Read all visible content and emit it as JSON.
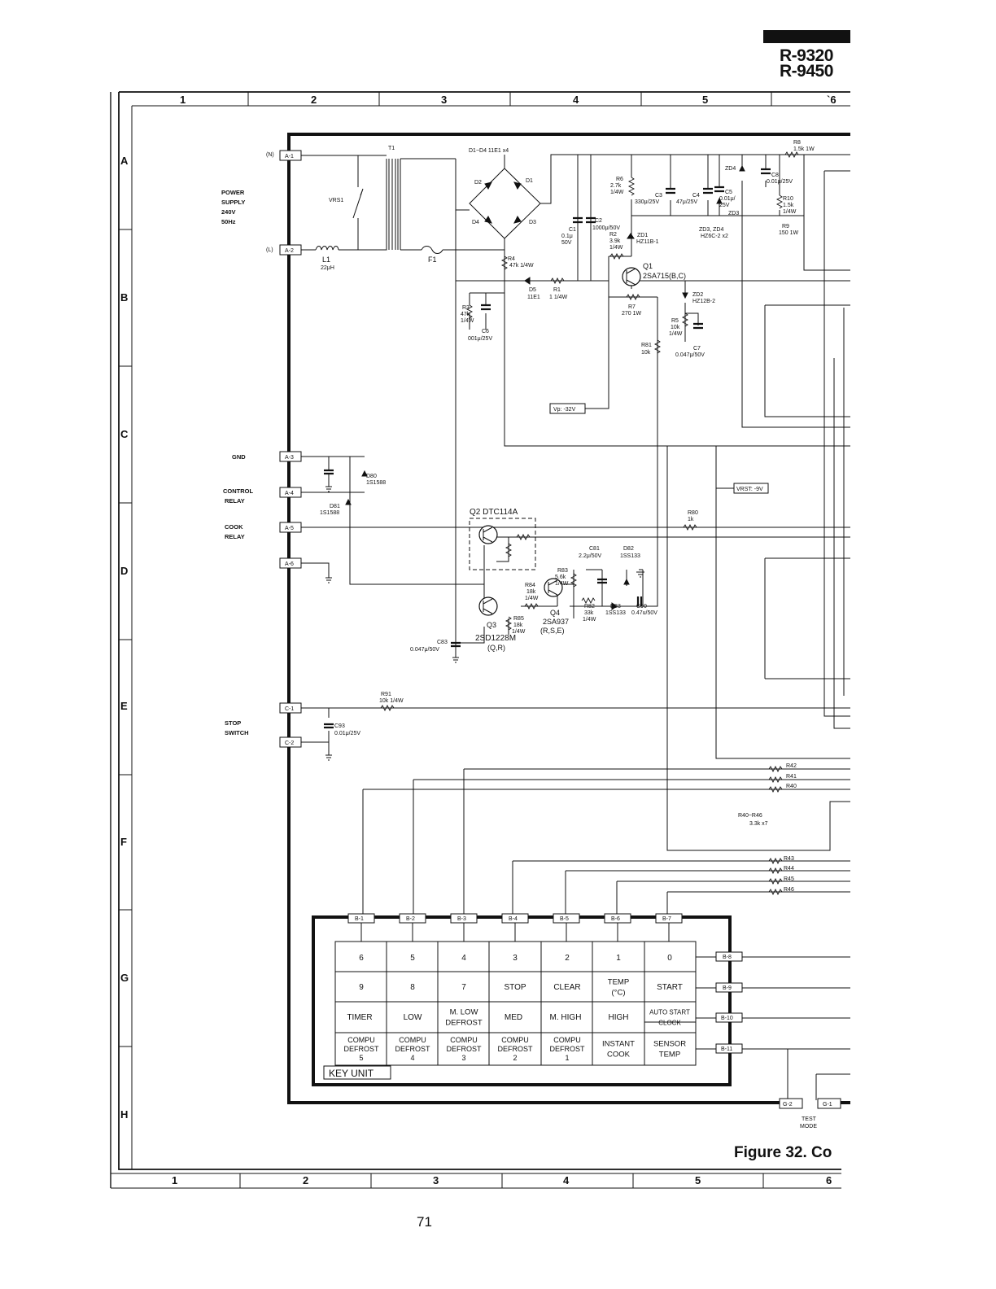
{
  "header": {
    "model_1": "R-9320",
    "model_2": "R-9450"
  },
  "grid": {
    "columns": [
      "1",
      "2",
      "3",
      "4",
      "5",
      "6"
    ],
    "top_last_column": "`6",
    "rows": [
      "A",
      "B",
      "C",
      "D",
      "E",
      "F",
      "G",
      "H"
    ]
  },
  "connectors": {
    "a1": "A-1",
    "a2": "A-2",
    "a3": "A-3",
    "a4": "A-4",
    "a5": "A-5",
    "a6": "A-6",
    "c1": "C-1",
    "c2": "C-2",
    "b1": "B-1",
    "b2": "B-2",
    "b3": "B-3",
    "b4": "B-4",
    "b5": "B-5",
    "b6": "B-6",
    "b7": "B-7",
    "b8": "B-8",
    "b9": "B-9",
    "b10": "B-10",
    "b11": "B-11",
    "g1": "G-1",
    "g2": "G-2"
  },
  "labels": {
    "n": "(N)",
    "l": "(L)",
    "power_supply": [
      "POWER",
      "SUPPLY",
      "240V",
      "50Hz"
    ],
    "gnd": "GND",
    "control_relay": [
      "CONTROL",
      "RELAY"
    ],
    "cook_relay": [
      "COOK",
      "RELAY"
    ],
    "stop_switch": [
      "STOP",
      "SWITCH"
    ],
    "test_mode": [
      "TEST",
      "MODE"
    ]
  },
  "components": {
    "t1": "T1",
    "vrs1": "VRS1",
    "l1": [
      "L1",
      "22μH"
    ],
    "f1": "F1",
    "d1_d4": "D1~D4  11E1 x4",
    "d1": "D1",
    "d2": "D2",
    "d3": "D3",
    "d4": "D4",
    "c1": [
      "C1",
      "0.1μ",
      "50V"
    ],
    "c2": [
      "C2",
      "1000μ/50V"
    ],
    "r6": [
      "R6",
      "2.7k",
      "1/4W"
    ],
    "c3": [
      "C3",
      "330μ/25V"
    ],
    "c4": [
      "C4",
      "47μ/25V"
    ],
    "c5": [
      "C5",
      "0.01μ/",
      "25V"
    ],
    "zd4": "ZD4",
    "zd3": "ZD3",
    "c8": [
      "C8",
      "0.01μ/25V"
    ],
    "r8": [
      "R8",
      "1.5k 1W"
    ],
    "r10": [
      "R10",
      "1.5k",
      "1/4W"
    ],
    "r9": [
      "R9",
      "150 1W"
    ],
    "zd3_zd4": [
      "ZD3, ZD4",
      "HZ6C-2 x2"
    ],
    "r2": [
      "R2",
      "3.9k",
      "1/4W"
    ],
    "zd1": [
      "ZD1",
      "HZ11B-1"
    ],
    "r4": [
      "R4",
      "47k 1/4W"
    ],
    "q1": [
      "Q1",
      "2SA715(B,C)"
    ],
    "d5": [
      "D5",
      "11E1"
    ],
    "r1": [
      "R1",
      "1 1/4W"
    ],
    "r3": [
      "R3",
      "47k",
      "1/4W"
    ],
    "c6": [
      "C6",
      "001μ/25V"
    ],
    "r7": [
      "R7",
      "270 1W"
    ],
    "zd2": [
      "ZD2",
      "HZ12B-2"
    ],
    "r5": [
      "R5",
      "10k",
      "1/4W"
    ],
    "c7": [
      "C7",
      "0.047μ/50V"
    ],
    "r81": [
      "R81",
      "10k"
    ],
    "vp": "Vp: -32V",
    "vrst": "VRST: -9V",
    "d80": [
      "D80",
      "1S1588"
    ],
    "d81": [
      "D81",
      "1S1588"
    ],
    "q2": "Q2  DTC114A",
    "r80": [
      "R80",
      "1k"
    ],
    "c81": [
      "C81",
      "2.2μ/50V"
    ],
    "d82": [
      "D82",
      "1SS133"
    ],
    "r83": [
      "R83",
      "5.6k",
      "1/4W"
    ],
    "r84": [
      "R84",
      "18k",
      "1/4W"
    ],
    "q4": [
      "Q4",
      "2SA937",
      "(R,S,E)"
    ],
    "r82": [
      "R82",
      "33k",
      "1/4W"
    ],
    "d83": [
      "D83",
      "1SS133"
    ],
    "c90": [
      "C90",
      "0.47u/50V"
    ],
    "q3": [
      "Q3",
      "2SD1228M",
      "(Q,R)"
    ],
    "r85": [
      "R85",
      "18k",
      "1/4W"
    ],
    "c83": [
      "C83",
      "0.047μ/50V"
    ],
    "r91": [
      "R91",
      "10k 1/4W"
    ],
    "c93": [
      "C93",
      "0.01μ/25V"
    ],
    "r40": "R40",
    "r41": "R41",
    "r42": "R42",
    "r40_r46": [
      "R40~R46",
      "3.3k x7"
    ],
    "r43": "R43",
    "r44": "R44",
    "r45": "R45",
    "r46": "R46"
  },
  "key_unit": {
    "title": "KEY UNIT",
    "rows": [
      [
        "6",
        "5",
        "4",
        "3",
        "2",
        "1",
        "0"
      ],
      [
        "9",
        "8",
        "7",
        "STOP",
        "CLEAR",
        "TEMP\n(°C)",
        "START"
      ],
      [
        "TIMER",
        "LOW",
        "M. LOW\nDEFROST",
        "MED",
        "M. HIGH",
        "HIGH",
        "AUTO START\nCLOCK"
      ],
      [
        "COMPU\nDEFROST\n5",
        "COMPU\nDEFROST\n4",
        "COMPU\nDEFROST\n3",
        "COMPU\nDEFROST\n2",
        "COMPU\nDEFROST\n1",
        "INSTANT\nCOOK",
        "SENSOR\nTEMP"
      ]
    ]
  },
  "caption": "Figure  32.  Co",
  "page_number": "71"
}
